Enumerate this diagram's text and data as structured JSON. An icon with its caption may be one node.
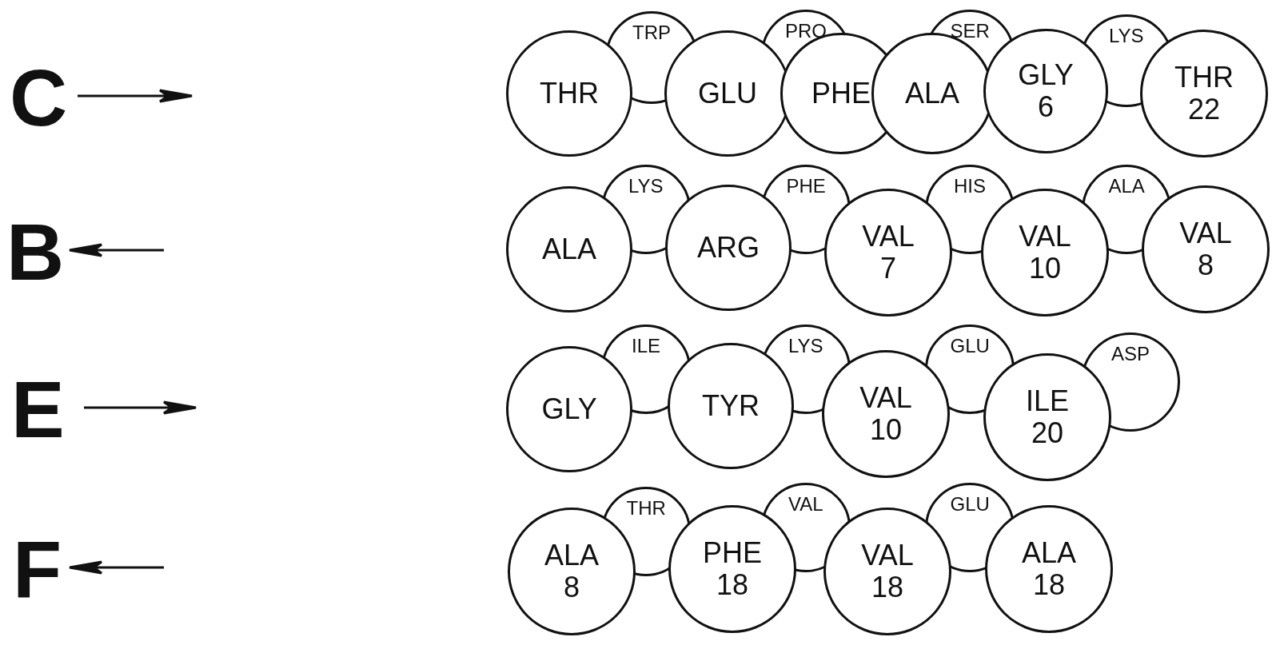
{
  "diagram": {
    "nodes": [
      {
        "text": [
          "THR"
        ]
      },
      {
        "text": [
          "TRP"
        ]
      },
      {
        "text": [
          "GLU"
        ]
      },
      {
        "text": [
          "PRO"
        ]
      },
      {
        "text": [
          "PHE"
        ]
      },
      {
        "text": [
          "ALA"
        ]
      },
      {
        "text": [
          "SER"
        ]
      },
      {
        "text": [
          "GLY 6"
        ]
      },
      {
        "text": [
          "LYS"
        ]
      },
      {
        "text": [
          "THR 22"
        ]
      },
      {
        "text": [
          "ALA"
        ]
      },
      {
        "text": [
          "LYS"
        ]
      },
      {
        "text": [
          "ARG"
        ]
      },
      {
        "text": [
          "PHE"
        ]
      },
      {
        "text": [
          "VAL 7"
        ]
      },
      {
        "text": [
          "HIS"
        ]
      },
      {
        "text": [
          "VAL 10"
        ]
      },
      {
        "text": [
          "ALA"
        ]
      },
      {
        "text": [
          "VAL 8"
        ]
      },
      {
        "text": [
          "GLY"
        ]
      },
      {
        "text": [
          "ILE"
        ]
      },
      {
        "text": [
          "TYR"
        ]
      },
      {
        "text": [
          "LYS"
        ]
      },
      {
        "text": [
          "VAL 10"
        ]
      },
      {
        "text": [
          "GLU"
        ]
      },
      {
        "text": [
          "ILE 20"
        ]
      },
      {
        "text": [
          "ASP"
        ]
      },
      {
        "text": [
          "ALA 8"
        ]
      },
      {
        "text": [
          "THR"
        ]
      },
      {
        "text": [
          "PHE 18"
        ]
      },
      {
        "text": [
          "VAL"
        ]
      },
      {
        "text": [
          "VAL 18"
        ]
      },
      {
        "text": [
          "GLU"
        ]
      },
      {
        "text": [
          "ALA 18"
        ]
      }
    ],
    "labels": [
      "C",
      "B",
      "E",
      "F"
    ]
  }
}
